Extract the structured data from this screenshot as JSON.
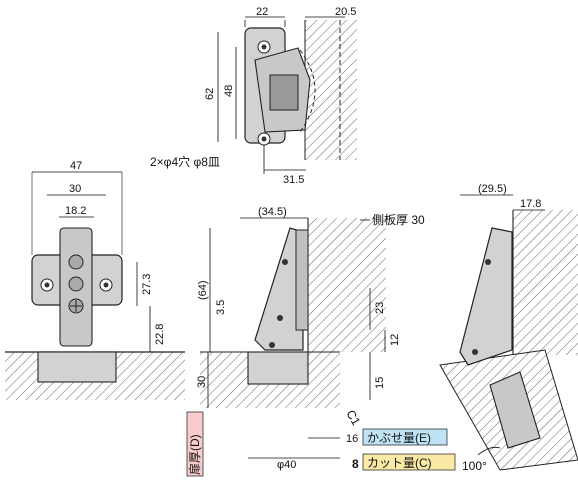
{
  "top_view": {
    "dim_width_a": "22",
    "dim_width_b": "20.5",
    "dim_height_outer": "62",
    "dim_height_inner": "48",
    "hole_note": "2×φ4穴 φ8皿",
    "dim_bottom": "31.5"
  },
  "front_view": {
    "dim_overall": "47",
    "dim_mid": "30",
    "dim_inner": "18.2",
    "dim_right_a": "27.3",
    "dim_right_b": "22.8"
  },
  "side_view": {
    "dim_top": "(34.5)",
    "side_panel_label": "側板厚 30",
    "dim_height_paren": "(64)",
    "dim_small": "3.5",
    "dim_23": "23",
    "dim_12": "12",
    "dim_15": "15",
    "dim_30": "30",
    "chamfer": "C1",
    "dim_16": "16",
    "dim_8": "8",
    "dim_phi40": "φ40",
    "overlay_label": "かぶせ量(E)",
    "cut_label": "カット量(C)",
    "door_thickness_label": "扉厚(D)"
  },
  "open_view": {
    "dim_a": "(29.5)",
    "dim_b": "17.8",
    "angle": "100°"
  },
  "colors": {
    "overlay_box": "#bfe3f5",
    "cut_box": "#fbe9a6",
    "door_box": "#f8cccc",
    "metal": "#d2d2d2"
  }
}
